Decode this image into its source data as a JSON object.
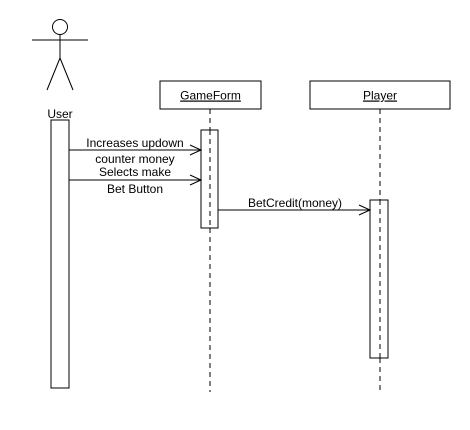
{
  "actor": {
    "name": "User"
  },
  "lifelines": [
    {
      "id": "gameform",
      "name": "GameForm"
    },
    {
      "id": "player",
      "name": "Player"
    }
  ],
  "messages": [
    {
      "from": "User",
      "to": "GameForm",
      "lines": [
        "Increases updown",
        "counter money"
      ]
    },
    {
      "from": "User",
      "to": "GameForm",
      "lines": [
        "Selects make",
        "Bet Button"
      ]
    },
    {
      "from": "GameForm",
      "to": "Player",
      "lines": [
        "BetCredit(money)"
      ]
    }
  ]
}
